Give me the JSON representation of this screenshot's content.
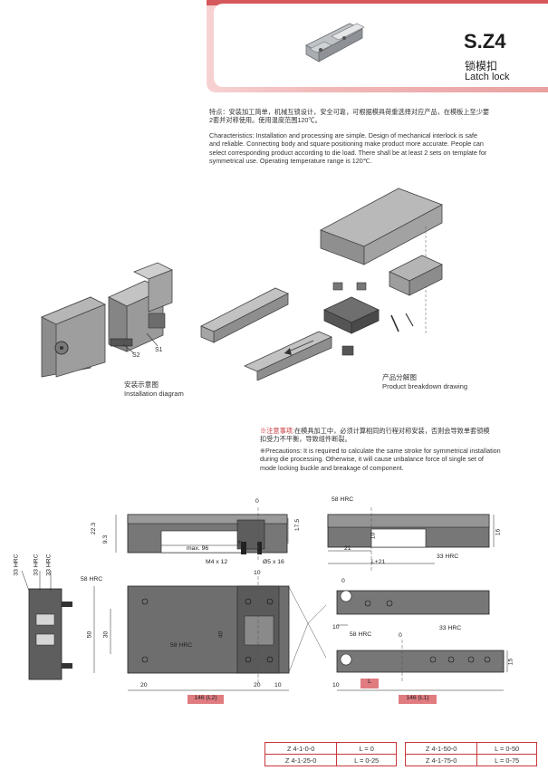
{
  "header": {
    "code": "S.Z4",
    "title_cn": "锁模扣",
    "title_en": "Latch lock"
  },
  "description": {
    "cn_line1": "特点：安装加工简单，机械互锁设计，安全可靠，可根据模具荷重选择对应产品，在模板上至少要",
    "cn_line2": "2套并对称使用。使用温度范围120℃。",
    "en_lines": [
      "Characteristics: Installation and processing are simple. Design of mechanical interlock is safe",
      "and reliable. Connecting body and square positioning make product more accurate. People can",
      "select corresponding product according to die load. There shall be at least 2 sets on template for",
      "symmetrical use. Operating temperature range is 120℃."
    ]
  },
  "figures": {
    "install_cn": "安装示意图",
    "install_en": "Installation diagram",
    "breakdown_cn": "产品分解图",
    "breakdown_en": "Product breakdown drawing",
    "s1": "S1",
    "s2": "S2"
  },
  "precaution": {
    "cn_prefix": "※注意事项:",
    "cn_line1_rest": "在模具加工中，必须计算相同的行程对称安装，否则会导致单套锁模",
    "cn_line2": "扣受力不平衡，导致组件断裂。",
    "en_lines": [
      "※Precautions: It is required to calculate the same stroke for symmetrical installation",
      "during die processing. Otherwise, it will cause unbalance force of single set of",
      "mode locking buckle and breakage of component."
    ]
  },
  "dims": {
    "d0a": "0",
    "d22_3": "22.3",
    "d9_3": "9.3",
    "d9": "9",
    "d17_5": "17.5",
    "max96": "max. 96",
    "m4x12": "M4 x 12",
    "phi5x16": "Ø5 x 16",
    "hrc58a": "58 HRC",
    "d10a": "10",
    "d21": "21",
    "l21": "L+21",
    "d16": "16",
    "hrc33a": "33 HRC",
    "hrc33_1": "33 HRC",
    "hrc33_2": "33 HRC",
    "hrc33_3": "33 HRC",
    "hrc58b": "58 HRC",
    "d10b": "10",
    "d50": "50",
    "d30": "30",
    "d40": "40",
    "hrc58c": "58 HRC",
    "d20a": "20",
    "d20b": "20",
    "d10c": "10",
    "l2": "146 (L2)",
    "d0b": "0",
    "d10d": "10",
    "hrc58d": "58 HRC",
    "d0c": "0",
    "hrc33b": "33 HRC",
    "d15": "15",
    "d10e": "10",
    "lbox": "L",
    "l1": "146 (L1)"
  },
  "specs": {
    "left": [
      {
        "model": "Z 4-1-0-0",
        "range": "L = 0"
      },
      {
        "model": "Z 4-1-25-0",
        "range": "L = 0-25"
      }
    ],
    "right": [
      {
        "model": "Z 4-1-50-0",
        "range": "L = 0-50"
      },
      {
        "model": "Z 4-1-75-0",
        "range": "L = 0-75"
      }
    ]
  },
  "colors": {
    "accent": "#d5585c",
    "table_border": "#c9363b",
    "steel": "#6f6f6f"
  }
}
